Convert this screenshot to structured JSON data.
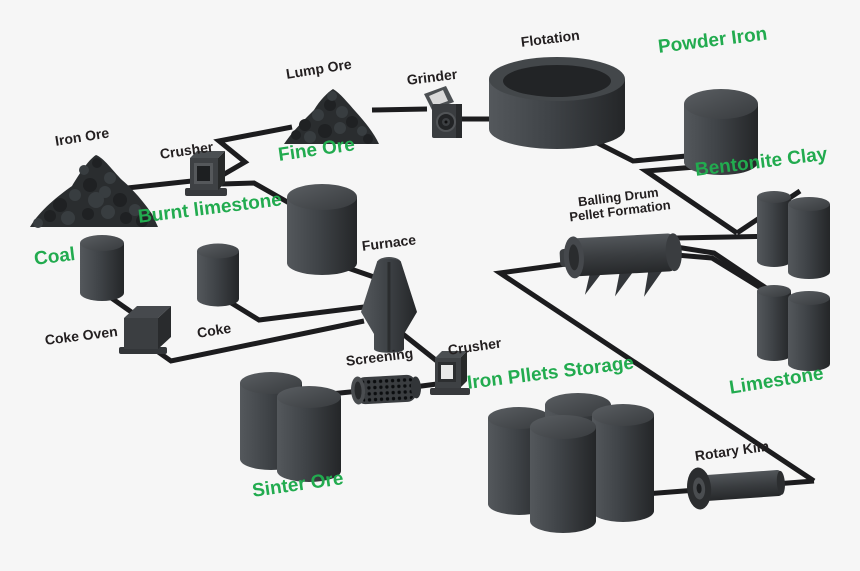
{
  "colors": {
    "background": "#f6f6f6",
    "label_black": "#231f20",
    "label_green": "#22ab4f",
    "line": "#1c1c1e",
    "equipment_dark": "#2b2d2f",
    "equipment_mid": "#3e4144"
  },
  "labels": {
    "iron_ore": {
      "text": "Iron Ore"
    },
    "crusher_1": {
      "text": "Crusher"
    },
    "lump_ore": {
      "text": "Lump Ore"
    },
    "grinder": {
      "text": "Grinder"
    },
    "flotation": {
      "text": "Flotation"
    },
    "powder_iron": {
      "text": "Powder Iron"
    },
    "fine_ore": {
      "text": "Fine Ore"
    },
    "burnt_limestone": {
      "text": "Burnt limestone"
    },
    "coal": {
      "text": "Coal"
    },
    "coke_oven": {
      "text": "Coke Oven"
    },
    "coke": {
      "text": "Coke"
    },
    "furnace": {
      "text": "Furnace"
    },
    "screening": {
      "text": "Screening"
    },
    "crusher_2": {
      "text": "Crusher"
    },
    "sinter_ore": {
      "text": "Sinter Ore"
    },
    "iron_pellets_storage": {
      "text": "Iron Pllets Storage"
    },
    "balling_drum": {
      "line1": "Balling Drum",
      "line2": "Pellet Formation"
    },
    "bentonite_clay": {
      "text": "Bentonite Clay"
    },
    "limestone": {
      "text": "Limestone"
    },
    "rotary_kiln": {
      "text": "Rotary Kiln"
    }
  }
}
